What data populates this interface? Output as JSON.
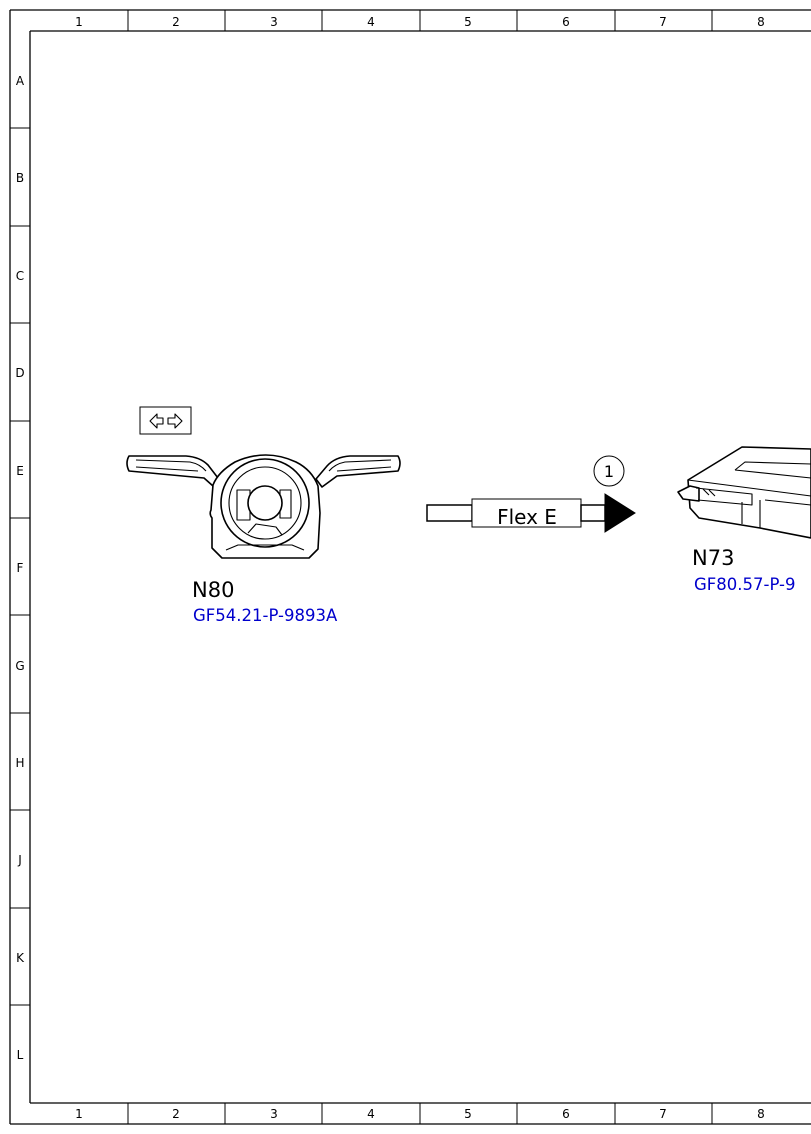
{
  "grid": {
    "columns": [
      "1",
      "2",
      "3",
      "4",
      "5",
      "6",
      "7",
      "8"
    ],
    "rows": [
      "A",
      "B",
      "C",
      "D",
      "E",
      "F",
      "G",
      "H",
      "J",
      "K",
      "L"
    ]
  },
  "components": {
    "n80": {
      "id": "N80",
      "ref": "GF54.21-P-9893A"
    },
    "n73": {
      "id": "N73",
      "ref": "GF80.57-P-9"
    }
  },
  "connection": {
    "label": "Flex E",
    "marker": "1"
  },
  "icons": {
    "switch_symbol": "left-right-arrows-icon",
    "marker": "circled-number-icon"
  }
}
